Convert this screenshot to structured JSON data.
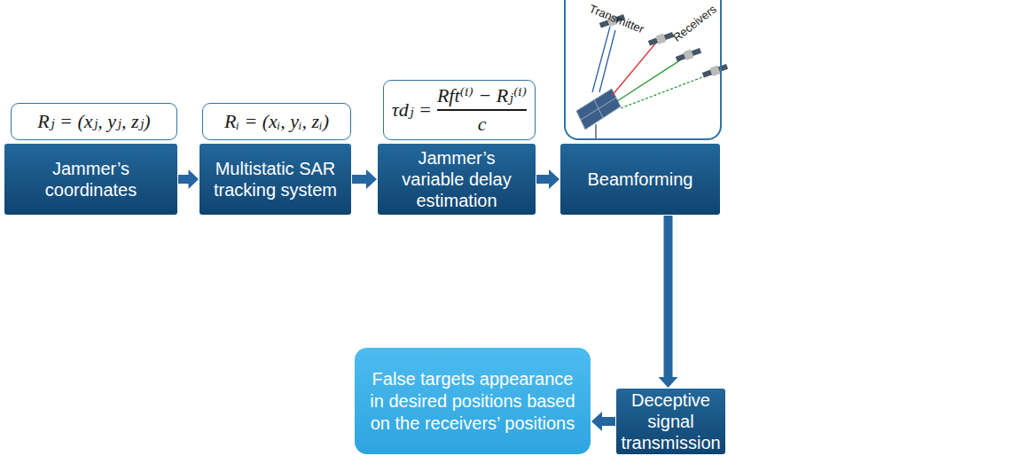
{
  "diagram": {
    "nodes": [
      {
        "text": [
          "Rⱼ = (xⱼ, yⱼ, zⱼ)"
        ]
      },
      {
        "text": [
          "Jammer’s coordinates"
        ]
      },
      {
        "text": [
          "Rᵢ = (xᵢ, yᵢ, zᵢ)"
        ]
      },
      {
        "text": [
          "Multistatic SAR tracking system"
        ]
      },
      {
        "text": [
          "τdⱼ =",
          "Rft⁽ⁱ⁾ − Rⱼ⁽ⁱ⁾",
          "c"
        ]
      },
      {
        "text": [
          "Jammer’s variable delay estimation"
        ]
      },
      {
        "text": [
          "Transmitter",
          "Receivers"
        ]
      },
      {
        "text": [
          "Beamforming"
        ]
      },
      {
        "text": [
          "Deceptive signal transmission"
        ]
      },
      {
        "text": [
          "False targets appearance in desired positions based on the receivers’ positions"
        ]
      }
    ],
    "edges": [
      {
        "from": 1,
        "to": 3,
        "arrow": "to"
      },
      {
        "from": 3,
        "to": 5,
        "arrow": "to"
      },
      {
        "from": 5,
        "to": 7,
        "arrow": "to"
      },
      {
        "from": 7,
        "to": 8,
        "arrow": "to"
      },
      {
        "from": 8,
        "to": 9,
        "arrow": "to"
      }
    ]
  }
}
